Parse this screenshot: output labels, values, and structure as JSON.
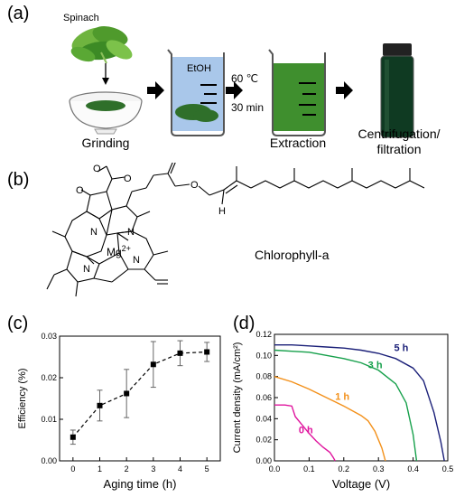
{
  "panel_a": {
    "letter": "(a)",
    "spinach_label": "Spinach",
    "solvent_label": "EtOH",
    "temperature": "60 ℃",
    "duration": "30 min",
    "steps": [
      {
        "label": "Grinding"
      },
      {
        "label": "Extraction"
      },
      {
        "label_line1": "Centrifugation/",
        "label_line2": "filtration"
      }
    ],
    "colors": {
      "liquid_blue": "#a9c7ea",
      "extract_green": "#3f8f2e",
      "paste_green": "#2f6f2a",
      "vial_dark": "#0f3a22"
    }
  },
  "panel_b": {
    "letter": "(b)",
    "molecule_name": "Chlorophyll-a",
    "metal_label": "Mg",
    "metal_charge": "2+",
    "atom_labels": [
      "N",
      "N",
      "N",
      "N",
      "O",
      "O",
      "O",
      "O",
      "H"
    ]
  },
  "panel_c": {
    "letter": "(c)"
  },
  "panel_d": {
    "letter": "(d)"
  },
  "chart_data": [
    {
      "type": "scatter",
      "xlabel": "Aging time (h)",
      "ylabel": "Efficiency (%)",
      "xlim": [
        -0.5,
        5.5
      ],
      "ylim": [
        0.0,
        0.03
      ],
      "xticks": [
        "0",
        "1",
        "2",
        "3",
        "4",
        "5"
      ],
      "yticks": [
        "0.00",
        "0.01",
        "0.02",
        "0.03"
      ],
      "line_style": "dashed",
      "marker": "square",
      "x": [
        0,
        1,
        2,
        3,
        4,
        5
      ],
      "y": [
        0.0057,
        0.0133,
        0.0162,
        0.0232,
        0.0259,
        0.0262
      ],
      "yerr": [
        0.0017,
        0.0037,
        0.0058,
        0.0055,
        0.003,
        0.0023
      ]
    },
    {
      "type": "line",
      "xlabel": "Voltage (V)",
      "ylabel": "Current density (mA/cm²)",
      "xlim": [
        0.0,
        0.5
      ],
      "ylim": [
        0.0,
        0.12
      ],
      "xticks": [
        "0.0",
        "0.1",
        "0.2",
        "0.3",
        "0.4",
        "0.5"
      ],
      "yticks": [
        "0.00",
        "0.02",
        "0.04",
        "0.06",
        "0.08",
        "0.10",
        "0.12"
      ],
      "series": [
        {
          "name": "0 h",
          "color": "#e0159e",
          "x": [
            0,
            0.03,
            0.05,
            0.06,
            0.08,
            0.1,
            0.12,
            0.14,
            0.16,
            0.17,
            0.175
          ],
          "y": [
            0.053,
            0.053,
            0.052,
            0.042,
            0.034,
            0.026,
            0.019,
            0.013,
            0.008,
            0.003,
            0.0
          ]
        },
        {
          "name": "1 h",
          "color": "#f39019",
          "x": [
            0,
            0.05,
            0.1,
            0.15,
            0.2,
            0.25,
            0.27,
            0.29,
            0.31,
            0.32
          ],
          "y": [
            0.08,
            0.075,
            0.068,
            0.06,
            0.052,
            0.043,
            0.038,
            0.028,
            0.012,
            0.0
          ]
        },
        {
          "name": "3 h",
          "color": "#16a04b",
          "x": [
            0,
            0.05,
            0.1,
            0.15,
            0.2,
            0.25,
            0.3,
            0.35,
            0.38,
            0.4,
            0.41
          ],
          "y": [
            0.105,
            0.104,
            0.103,
            0.1,
            0.097,
            0.093,
            0.086,
            0.073,
            0.055,
            0.025,
            0.0
          ]
        },
        {
          "name": "5 h",
          "color": "#1a1f78",
          "x": [
            0,
            0.05,
            0.1,
            0.15,
            0.2,
            0.25,
            0.3,
            0.35,
            0.4,
            0.43,
            0.46,
            0.48,
            0.49
          ],
          "y": [
            0.11,
            0.11,
            0.109,
            0.108,
            0.107,
            0.105,
            0.102,
            0.097,
            0.088,
            0.076,
            0.046,
            0.018,
            0.0
          ]
        }
      ]
    }
  ]
}
